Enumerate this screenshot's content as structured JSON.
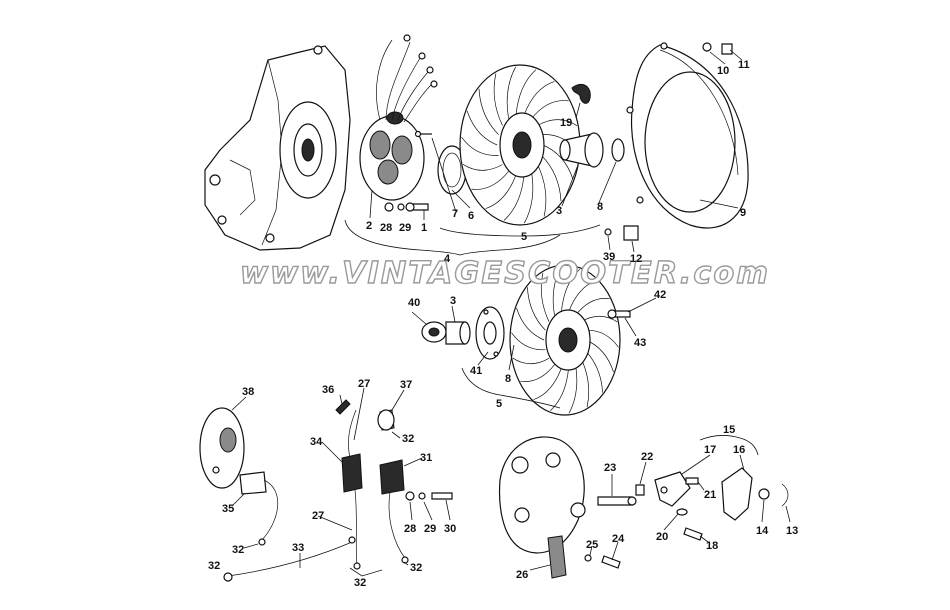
{
  "watermark": "www.VINTAGESCOOTER.com",
  "callouts": {
    "n1": "1",
    "n2": "2",
    "n3": "3",
    "n4": "4",
    "n5": "5",
    "n6": "6",
    "n7": "7",
    "n8": "8",
    "n9": "9",
    "n10": "10",
    "n11": "11",
    "n12": "12",
    "n13": "13",
    "n14": "14",
    "n15": "15",
    "n16": "16",
    "n17": "17",
    "n18": "18",
    "n19": "19",
    "n20": "20",
    "n21": "21",
    "n22": "22",
    "n23": "23",
    "n24": "24",
    "n25": "25",
    "n26": "26",
    "n27": "27",
    "n28": "28",
    "n29": "29",
    "n30": "30",
    "n31": "31",
    "n32": "32",
    "n33": "33",
    "n34": "34",
    "n35": "35",
    "n36": "36",
    "n37": "37",
    "n38": "38",
    "n39": "39",
    "n40": "40",
    "n41": "41",
    "n42": "42",
    "n43": "43"
  }
}
